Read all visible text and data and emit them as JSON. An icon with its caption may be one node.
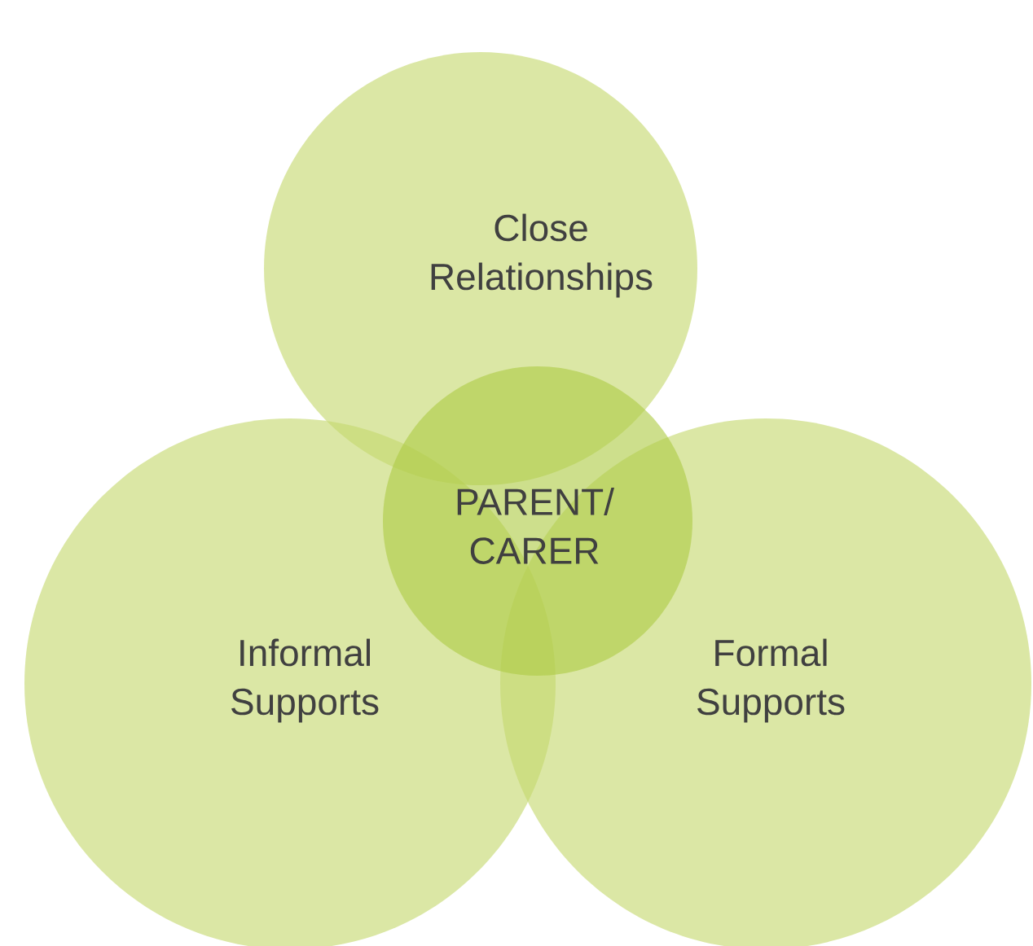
{
  "diagram": {
    "nodes": [
      {
        "text": [
          "Close Relationships"
        ]
      },
      {
        "text": [
          "Informal Supports"
        ]
      },
      {
        "text": [
          "Formal Supports"
        ]
      },
      {
        "text": [
          "PARENT/ CARER"
        ]
      }
    ]
  }
}
